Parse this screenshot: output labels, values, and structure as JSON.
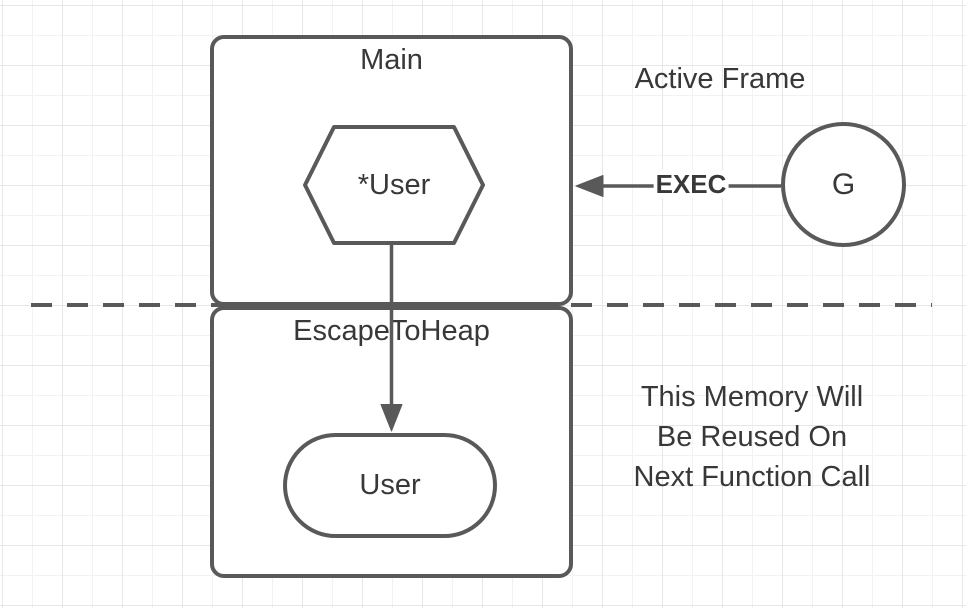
{
  "colors": {
    "stroke": "#595959",
    "text": "#383838",
    "background": "#ffffff",
    "grid_minor": "#f2f2f2",
    "grid_major": "#e7e7e7"
  },
  "frames": {
    "main": {
      "title": "Main",
      "node_label": "*User"
    },
    "escape": {
      "title": "EscapeToHeap",
      "node_label": "User"
    }
  },
  "goroutine": {
    "label": "G"
  },
  "exec_arrow": {
    "label": "EXEC"
  },
  "annotations": {
    "active_frame": "Active Frame",
    "memory_note": [
      "This Memory Will",
      "Be Reused On",
      "Next Function Call"
    ]
  }
}
